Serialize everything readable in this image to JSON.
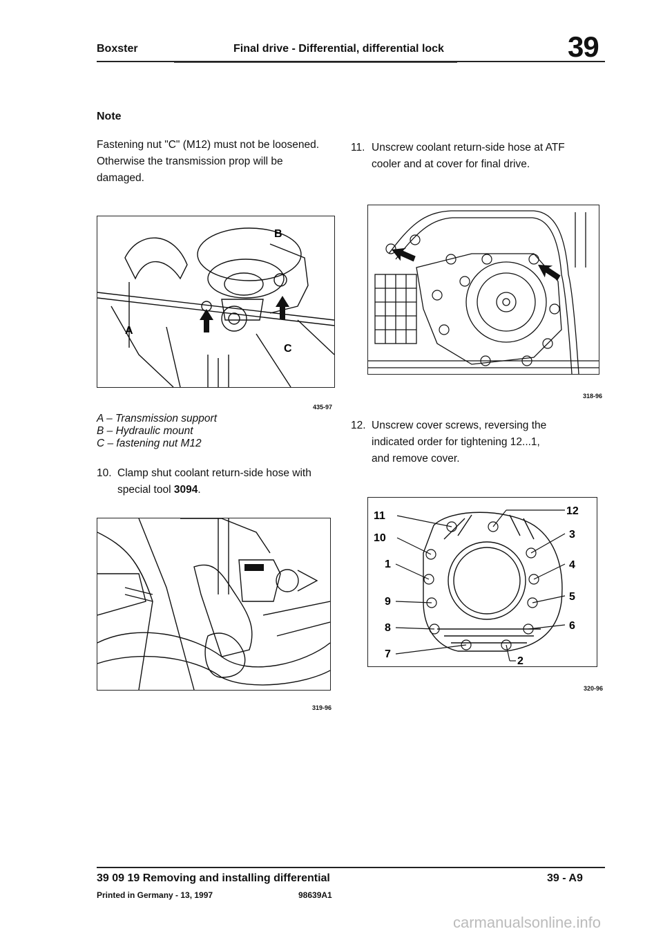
{
  "header": {
    "model": "Boxster",
    "title": "Final drive - Differential, differential lock",
    "group": "39"
  },
  "note": {
    "heading": "Note",
    "text": "Fastening nut \"C\" (M12) must not be loosened. Otherwise the transmission prop will be damaged."
  },
  "figures": {
    "fig1": {
      "code": "435-97",
      "labels": [
        "A",
        "B",
        "C"
      ]
    },
    "fig2": {
      "code": "319-96"
    },
    "fig3": {
      "code": "318-96"
    },
    "fig4": {
      "code": "320-96",
      "labels": [
        "11",
        "12",
        "10",
        "3",
        "1",
        "4",
        "9",
        "5",
        "8",
        "6",
        "7",
        "2"
      ]
    }
  },
  "legend": [
    "A – Transmission support",
    "B – Hydraulic mount",
    "C – fastening nut M12"
  ],
  "steps": [
    {
      "num": "10.",
      "line1": "Clamp shut coolant return-side hose with",
      "line2_pre": "special tool ",
      "line2_bold": "3094",
      "line2_post": "."
    },
    {
      "num": "11.",
      "line1": "Unscrew coolant return-side hose at ATF",
      "line2": "cooler and at cover for final drive."
    },
    {
      "num": "12.",
      "line1": "Unscrew cover screws, reversing the",
      "line2": "indicated order for tightening 12...1,",
      "line3": "and remove cover."
    }
  ],
  "footer": {
    "title": "39 09 19 Removing and installing differential",
    "page": "39 - A9",
    "printed": "Printed in Germany - 13, 1997",
    "code": "98639A1"
  },
  "watermark": "carmanualsonline.info"
}
